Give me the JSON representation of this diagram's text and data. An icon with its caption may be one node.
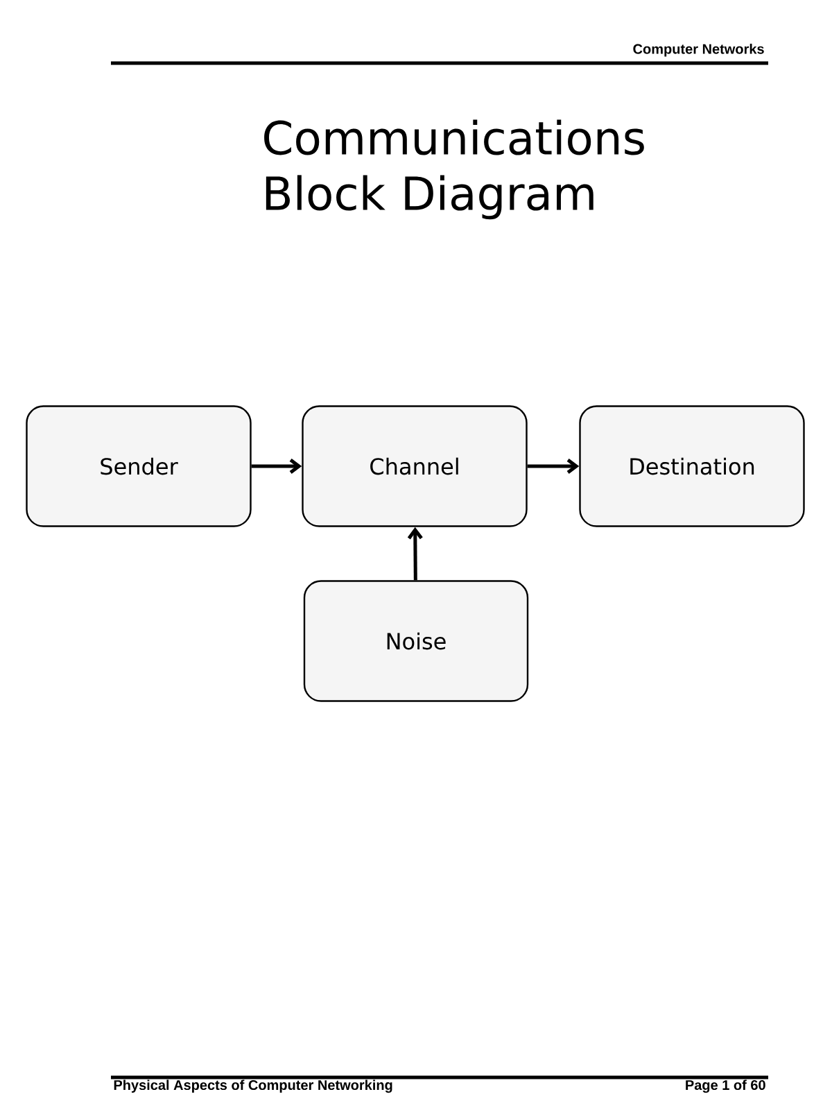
{
  "diagram": {
    "title": "Communications Block Diagram",
    "nodes": [
      {
        "text": [
          "Sender"
        ]
      },
      {
        "text": [
          "Channel"
        ]
      },
      {
        "text": [
          "Destination"
        ]
      },
      {
        "text": [
          "Noise"
        ]
      }
    ],
    "edges": [
      {
        "from": 0,
        "to": 1,
        "arrow": "to"
      },
      {
        "from": 1,
        "to": 2,
        "arrow": "to"
      },
      {
        "from": 3,
        "to": 1,
        "arrow": "to"
      }
    ],
    "labels": [
      "Computer Networks",
      "Physical Aspects of Computer Networking",
      "Page 1 of 60"
    ]
  }
}
